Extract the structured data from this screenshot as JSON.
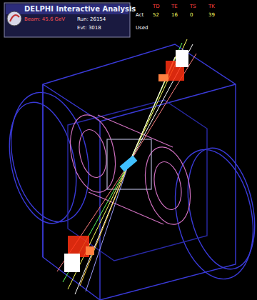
{
  "diagram": {
    "title": "DELPHI Interactive Analysis",
    "labels": [
      "Beam: 45.6 GeV",
      "Run: 26154",
      "Evt: 3018",
      "TD",
      "TE",
      "TS",
      "TK",
      "Act",
      "52",
      "16",
      "0",
      "39",
      "Used"
    ]
  }
}
